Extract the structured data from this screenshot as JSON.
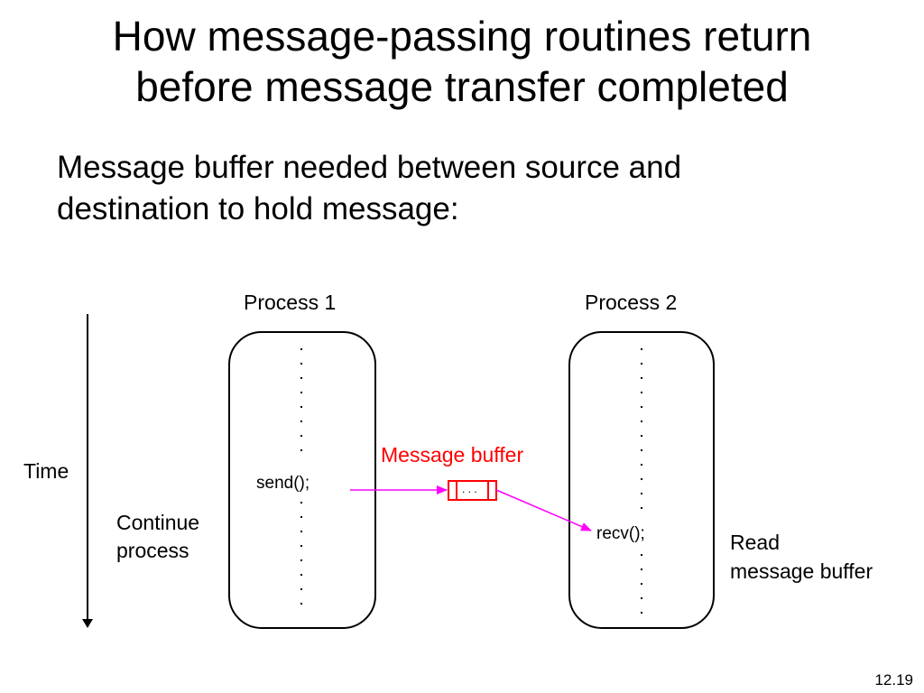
{
  "title": {
    "line1": "How message-passing routines return",
    "line2": "before message transfer completed"
  },
  "body": {
    "line1": "Message buffer needed between source and",
    "line2": "destination to hold message:"
  },
  "diagram": {
    "process1_label": "Process 1",
    "process2_label": "Process 2",
    "time_label": "Time",
    "send_call": "send();",
    "recv_call": "recv();",
    "buffer_label": "Message buffer",
    "buffer_dots": ". . .",
    "continue_line1": "Continue",
    "continue_line2": "process",
    "read_line1": "Read",
    "read_line2": "message buffer"
  },
  "colors": {
    "buffer": "#ff0000",
    "arrows": "#ff00ff"
  },
  "slide_number": "12.19"
}
